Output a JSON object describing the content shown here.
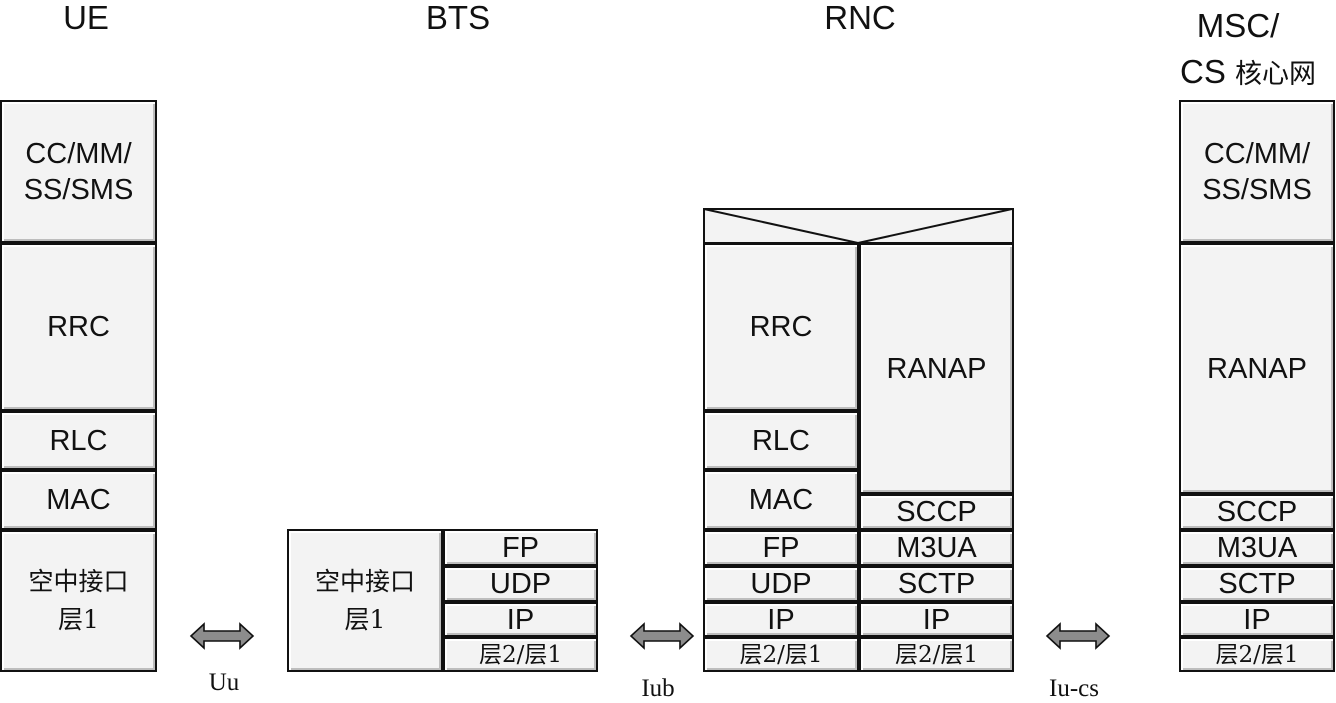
{
  "nodes": {
    "ue": {
      "title": "UE",
      "layers": {
        "nas": "CC/MM/\nSS/SMS",
        "rrc": "RRC",
        "rlc": "RLC",
        "mac": "MAC",
        "phy": "空中接口\n层1"
      }
    },
    "bts": {
      "title": "BTS",
      "layers": {
        "phy": "空中接口\n层1",
        "fp": "FP",
        "udp": "UDP",
        "ip": "IP",
        "l2l1": "层2/层1"
      }
    },
    "rnc": {
      "title": "RNC",
      "left_layers": {
        "rrc": "RRC",
        "rlc": "RLC",
        "mac": "MAC",
        "fp": "FP",
        "udp": "UDP",
        "ip": "IP",
        "l2l1": "层2/层1"
      },
      "right_layers": {
        "ranap": "RANAP",
        "sccp": "SCCP",
        "m3ua": "M3UA",
        "sctp": "SCTP",
        "ip": "IP",
        "l2l1": "层2/层1"
      }
    },
    "msc": {
      "title_line1": "MSC/",
      "title_line2_latin": "CS ",
      "title_line2_cjk": "核心网",
      "layers": {
        "nas": "CC/MM/\nSS/SMS",
        "ranap": "RANAP",
        "sccp": "SCCP",
        "m3ua": "M3UA",
        "sctp": "SCTP",
        "ip": "IP",
        "l2l1": "层2/层1"
      }
    }
  },
  "interfaces": {
    "uu": "Uu",
    "iub": "Iub",
    "iucs": "Iu-cs"
  },
  "colors": {
    "box_fill": "#f3f3f3",
    "border": "#111111",
    "arrow_fill": "#8c8c8c"
  }
}
